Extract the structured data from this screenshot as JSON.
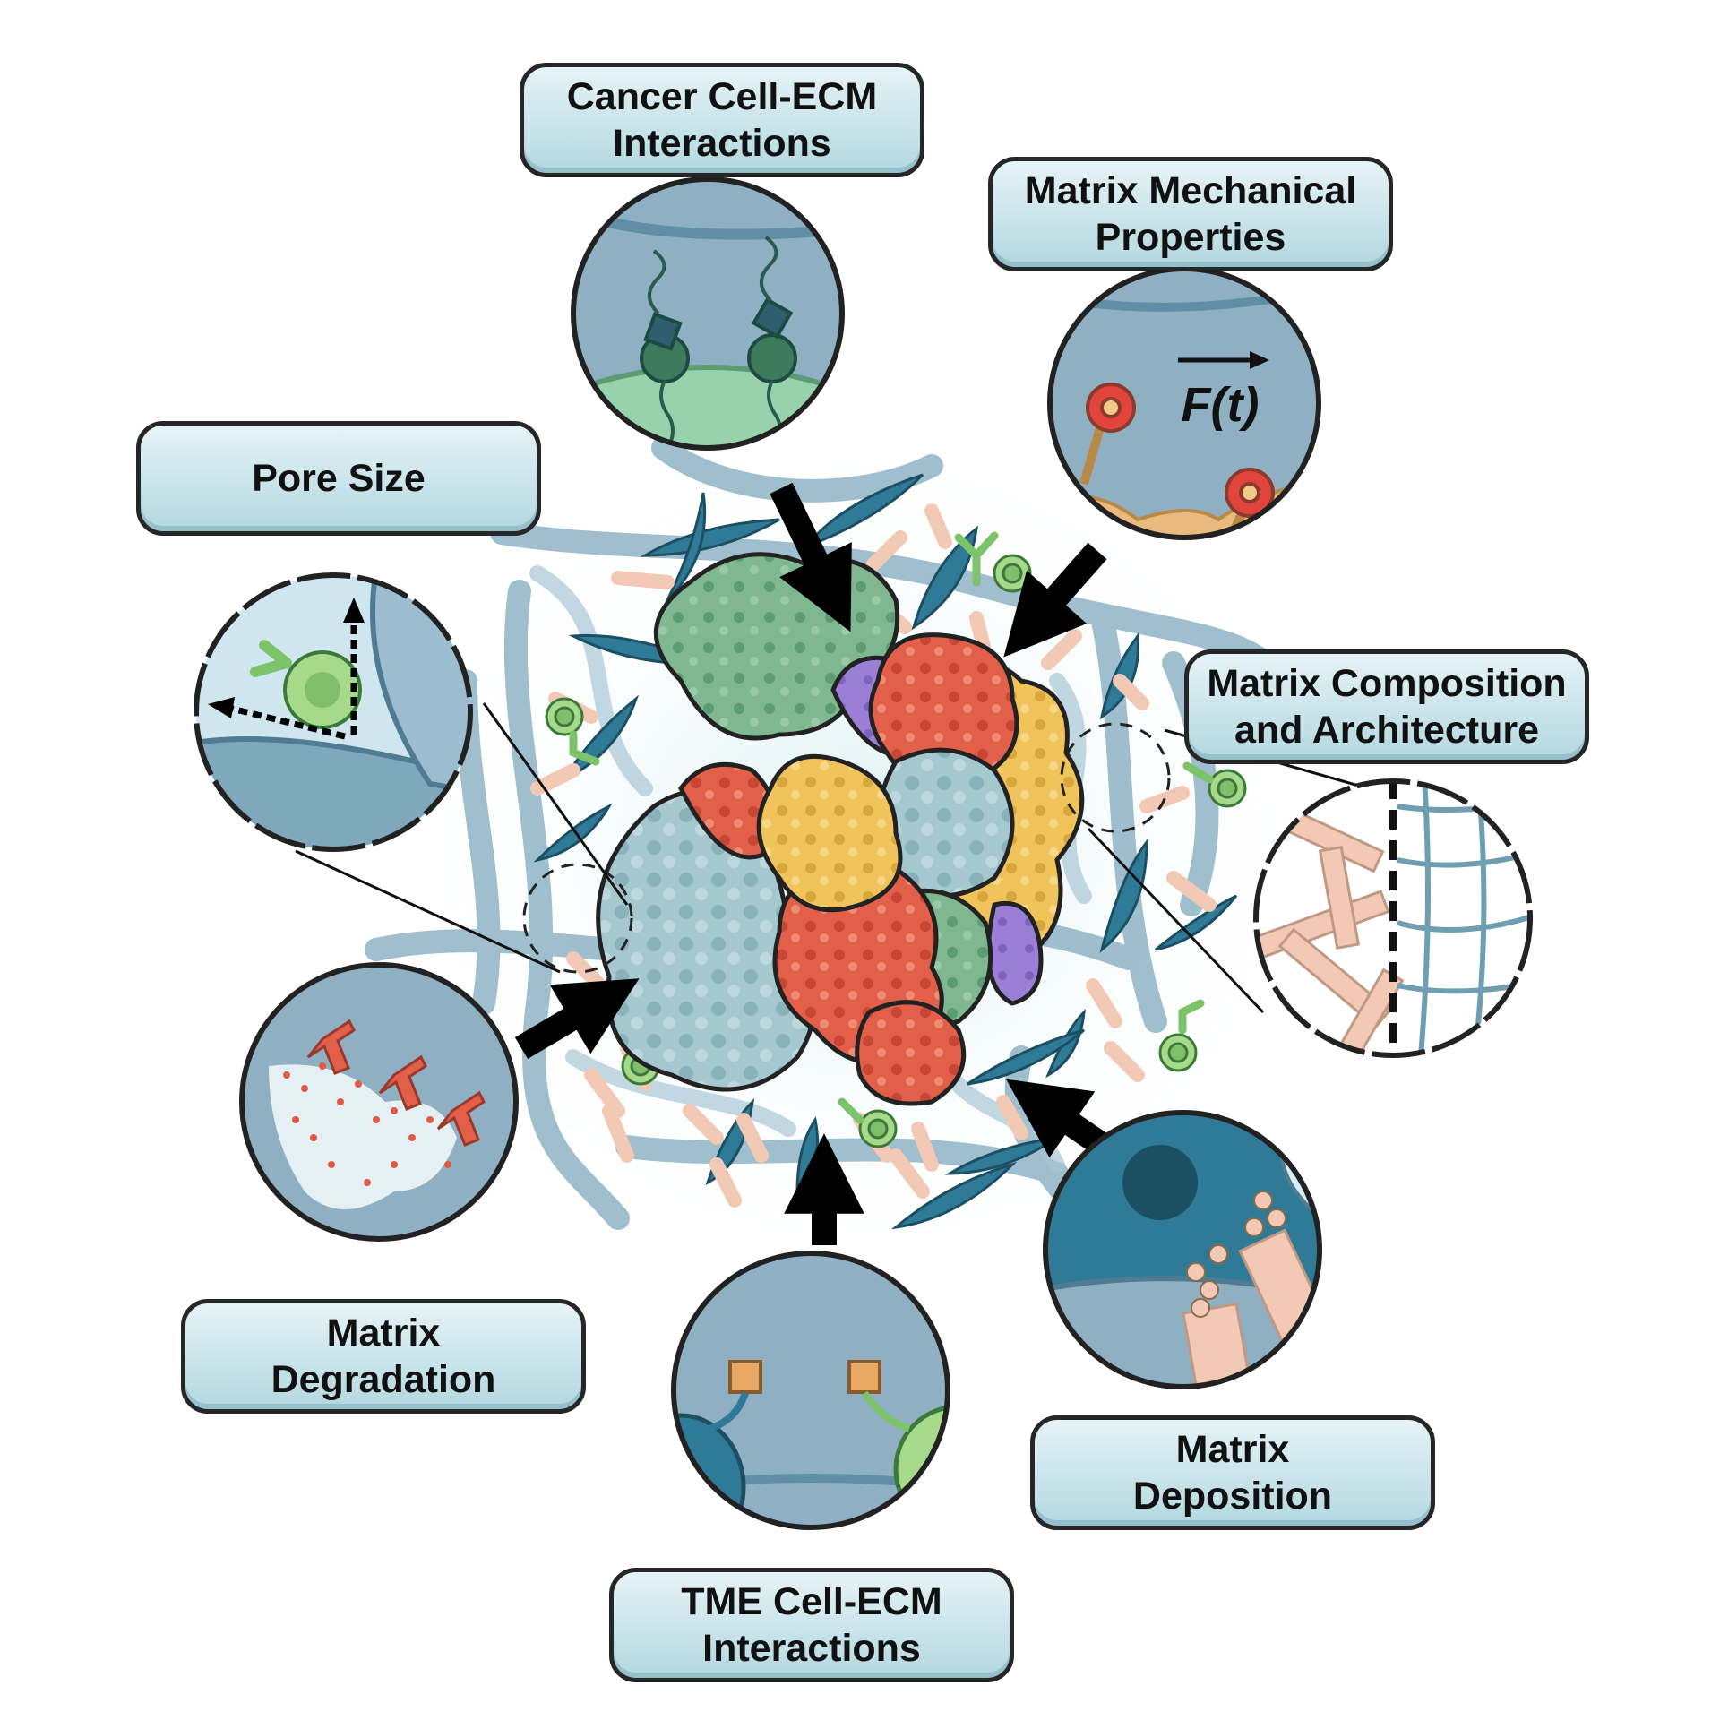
{
  "labels": {
    "cancer_cell_ecm": "Cancer Cell-ECM\nInteractions",
    "mechanical": "Matrix Mechanical\nProperties",
    "pore_size": "Pore Size",
    "composition": "Matrix Composition\nand Architecture",
    "degradation": "Matrix\nDegradation",
    "deposition": "Matrix\nDeposition",
    "tme_cell_ecm": "TME Cell-ECM\nInteractions"
  },
  "force_label": "F(t)",
  "colors": {
    "outline": "#262626",
    "ecm_fiber": "#8fb4c6",
    "fibroblast": "#2f7a96",
    "immune_cell": "#a6d98a",
    "collagen": "#f2c9b5",
    "tumor_green": "#7fb890",
    "tumor_red": "#e2604a",
    "tumor_yellow": "#f1c45b",
    "tumor_purple": "#9b7fd6",
    "tumor_blue": "#9fc4cc",
    "label_fill": "#c9e4ea",
    "inset_bg": "#8fb0c3",
    "degradation_dots": "#e05a45"
  }
}
